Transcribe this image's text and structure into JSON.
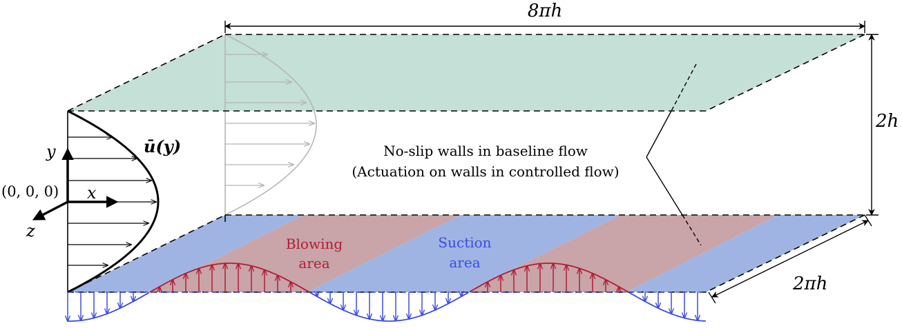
{
  "labels": {
    "length": "8πh",
    "height": "2h",
    "width": "2πh",
    "mean_velocity": "ū(y)",
    "origin": "(0, 0, 0)",
    "axis_x": "x",
    "axis_y": "y",
    "axis_z": "z",
    "walls_line1": "No-slip walls in baseline flow",
    "walls_line2": "(Actuation on walls in controlled flow)",
    "blowing_line1": "Blowing",
    "blowing_line2": "area",
    "suction_line1": "Suction",
    "suction_line2": "area"
  },
  "colors": {
    "top_wall": "#c5e0d6",
    "blue_strip": "#9fb4e3",
    "red_strip": "#c9a4a8",
    "blowing": "#b01c35",
    "suction": "#3b4ae0",
    "faint_profile": "#b5b5b5",
    "ink": "#000000"
  }
}
